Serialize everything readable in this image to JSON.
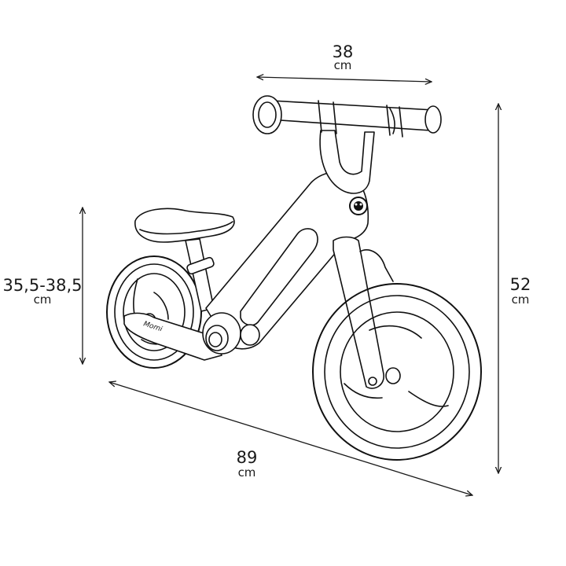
{
  "dimensions": {
    "handlebar_width": {
      "value": "38",
      "unit": "cm"
    },
    "total_height": {
      "value": "52",
      "unit": "cm"
    },
    "seat_height": {
      "value": "35,5-38,5",
      "unit": "cm"
    },
    "total_length": {
      "value": "89",
      "unit": "cm"
    }
  },
  "brand_logo_text": "Momi",
  "colors": {
    "line": "#111111",
    "background": "#ffffff"
  }
}
